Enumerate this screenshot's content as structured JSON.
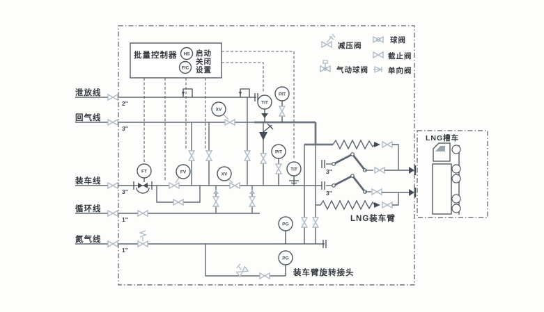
{
  "controller": {
    "title": "批量控制器",
    "switch_tag": "HS",
    "flow_tag": "FIC",
    "actions": [
      "启动",
      "关闭",
      "设置"
    ]
  },
  "legend": {
    "pressure_reducing_valve": "减压阀",
    "pneumatic_ball_valve": "气动球阀",
    "ball_valve": "球阀",
    "globe_valve": "截止阀",
    "check_valve": "单向阀"
  },
  "process_lines": [
    {
      "name": "泄放线",
      "size": "2\""
    },
    {
      "name": "回气线",
      "size": "3\""
    },
    {
      "name": "装车线",
      "size": "3\""
    },
    {
      "name": "循环线",
      "size": "1\""
    },
    {
      "name": "氮气线",
      "size": "1\""
    }
  ],
  "instruments": {
    "xv1": "XV",
    "xv2": "XV",
    "ft": "FT",
    "fv": "FV",
    "tit1": "TIT",
    "pit1": "PIT",
    "pit2": "PIT",
    "tit2": "TIT",
    "pg1": "PG",
    "pg2": "PG"
  },
  "equipment": {
    "truck": "LNG槽车",
    "loading_arm": "LNG装车臂",
    "rotary_joint": "装车臂旋转接头",
    "arm_flange_sizes": [
      "3\"",
      "3\""
    ]
  },
  "colors": {
    "pipe": "#5d6772",
    "light_valve": "#aebbc6",
    "dark_symbol": "#454e57",
    "background": "#fdfdfb"
  }
}
